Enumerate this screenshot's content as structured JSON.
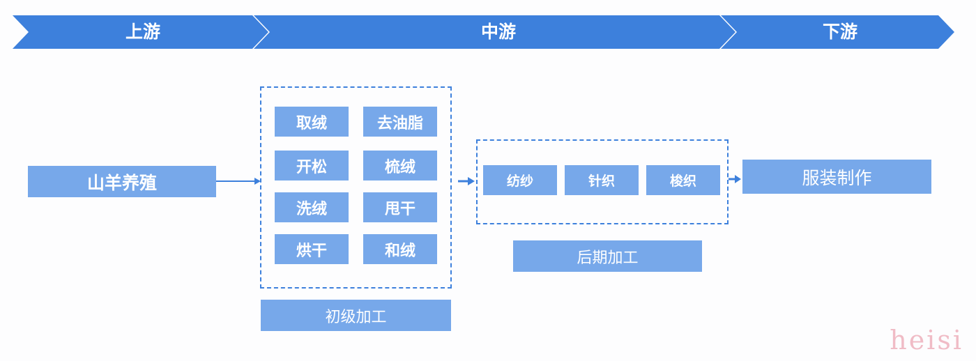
{
  "stages": {
    "upstream": "上游",
    "midstream": "中游",
    "downstream": "下游"
  },
  "upstream_node": "山羊养殖",
  "primary": {
    "steps": [
      "取绒",
      "去油脂",
      "开松",
      "梳绒",
      "洗绒",
      "甩干",
      "烘干",
      "和绒"
    ],
    "caption": "初级加工"
  },
  "secondary": {
    "steps": [
      "纺纱",
      "针织",
      "梭织"
    ],
    "caption": "后期加工"
  },
  "downstream_node": "服装制作",
  "watermark": "heisi",
  "colors": {
    "banner": "#3d80dc",
    "box": "#77a8ea",
    "dash": "#3d80dc"
  }
}
